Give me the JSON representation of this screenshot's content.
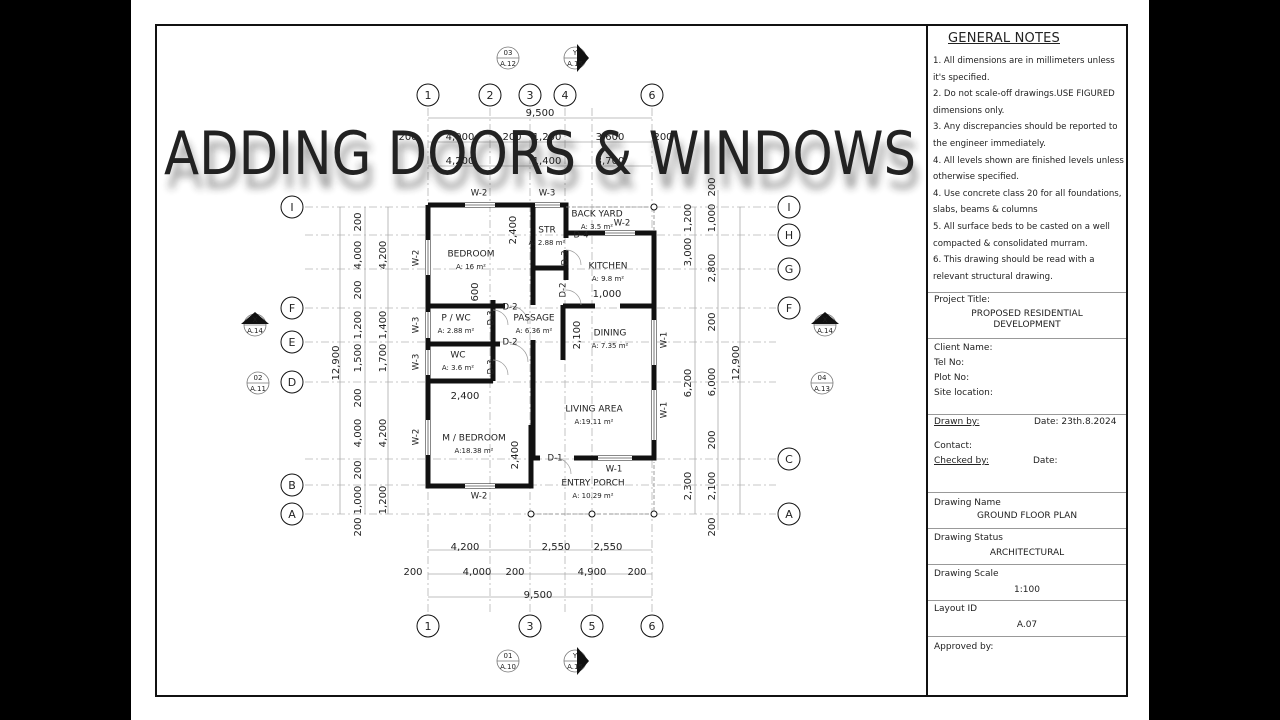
{
  "overlay_title": "ADDING DOORS & WINDOWS",
  "colors": {
    "overlay": "#f0441e",
    "wall": "#111111",
    "grid": "#aaaaaa"
  },
  "general_notes": {
    "title": "GENERAL NOTES",
    "items": [
      "1.  All dimensions are in millimeters unless it's specified.",
      "2.  Do not scale-off drawings.USE FIGURED dimensions only.",
      "3.  Any discrepancies should be reported to the engineer immediately.",
      "4.  All levels shown are finished levels unless otherwise specified.",
      "4.  Use concrete class 20 for all foundations, slabs, beams & columns",
      "5.  All surface beds to be casted on a well compacted & consolidated murram.",
      "6.  This drawing should be read with a relevant structural drawing."
    ]
  },
  "title_block": {
    "project_title_label": "Project Title:",
    "project_title_line1": "PROPOSED RESIDENTIAL",
    "project_title_line2": "DEVELOPMENT",
    "client_name": "Client Name:",
    "tel_no": "Tel No:",
    "plot_no": "Plot No:",
    "site_location": "Site location:",
    "drawn_by": "Drawn by:",
    "date_drawn": "Date: 23th.8.2024",
    "contact": "Contact:",
    "checked_by": "Checked by:",
    "date_checked": "Date:",
    "drawing_name_label": "Drawing Name",
    "drawing_name": "GROUND FLOOR PLAN",
    "drawing_status_label": "Drawing Status",
    "drawing_status": "ARCHITECTURAL",
    "drawing_scale_label": "Drawing Scale",
    "drawing_scale": "1:100",
    "layout_id_label": "Layout ID",
    "layout_id": "A.07",
    "approved_by": "Approved by:"
  },
  "plan": {
    "grid_top": [
      "1",
      "2",
      "3",
      "4",
      "6"
    ],
    "grid_bottom": [
      "1",
      "3",
      "5",
      "6"
    ],
    "grid_left": [
      "I",
      "F",
      "E",
      "D",
      "B",
      "A"
    ],
    "grid_right": [
      "I",
      "H",
      "G",
      "F",
      "C",
      "A"
    ],
    "section_markers": [
      {
        "top": "03",
        "bottom": "A.12"
      },
      {
        "top": "Y",
        "bottom": "A.15"
      },
      {
        "top": "X",
        "bottom": "A.14"
      },
      {
        "top": "02",
        "bottom": "A.11"
      },
      {
        "top": "X",
        "bottom": "A.14"
      },
      {
        "top": "04",
        "bottom": "A.13"
      },
      {
        "top": "01",
        "bottom": "A.10"
      },
      {
        "top": "Y",
        "bottom": "A.15"
      }
    ],
    "rooms": [
      {
        "name": "BEDROOM",
        "area": "A: 16 m²"
      },
      {
        "name": "STR",
        "area": "A: 2.88 m²"
      },
      {
        "name": "BACK YARD",
        "area": "A: 3.5 m²"
      },
      {
        "name": "KITCHEN",
        "area": "A: 9.8 m²"
      },
      {
        "name": "P / WC",
        "area": "A: 2.88 m²"
      },
      {
        "name": "PASSAGE",
        "area": "A: 6.36 m²"
      },
      {
        "name": "DINING",
        "area": "A: 7.35 m²"
      },
      {
        "name": "WC",
        "area": "A: 3.6 m²"
      },
      {
        "name": "LIVING AREA",
        "area": "A:19.11 m²"
      },
      {
        "name": "M / BEDROOM",
        "area": "A:18.38 m²"
      },
      {
        "name": "ENTRY PORCH",
        "area": "A: 10.29 m²"
      }
    ],
    "windows": [
      "W-2",
      "W-3",
      "W-2",
      "W-2",
      "W-3",
      "W-3",
      "W-2",
      "W-2",
      "W-1",
      "W-1",
      "W-1"
    ],
    "doors": [
      "D-4",
      "D-3",
      "D-2",
      "D-2",
      "D-2",
      "D-3",
      "D-3",
      "D-1"
    ],
    "dims_top": [
      "9,500",
      "200",
      "4,000",
      "200",
      "1,200",
      "3,600",
      "200",
      "4,200",
      "1,400",
      "3,700"
    ],
    "dims_bottom": [
      "4,200",
      "2,550",
      "2,550",
      "200",
      "4,000",
      "200",
      "4,900",
      "200",
      "9,500"
    ],
    "dims_left": [
      "12,900",
      "200",
      "4,000",
      "200",
      "1,200",
      "1,500",
      "200",
      "4,000",
      "200",
      "1,000",
      "200",
      "4,200",
      "1,400",
      "1,700",
      "4,200",
      "1,200"
    ],
    "dims_right": [
      "1,200",
      "3,000",
      "6,200",
      "2,300",
      "200",
      "1,000",
      "2,800",
      "200",
      "6,000",
      "200",
      "2,100",
      "200",
      "12,900"
    ],
    "dims_interior": [
      "2,400",
      "600",
      "1,000",
      "2,100",
      "2,400",
      "2,400"
    ]
  }
}
